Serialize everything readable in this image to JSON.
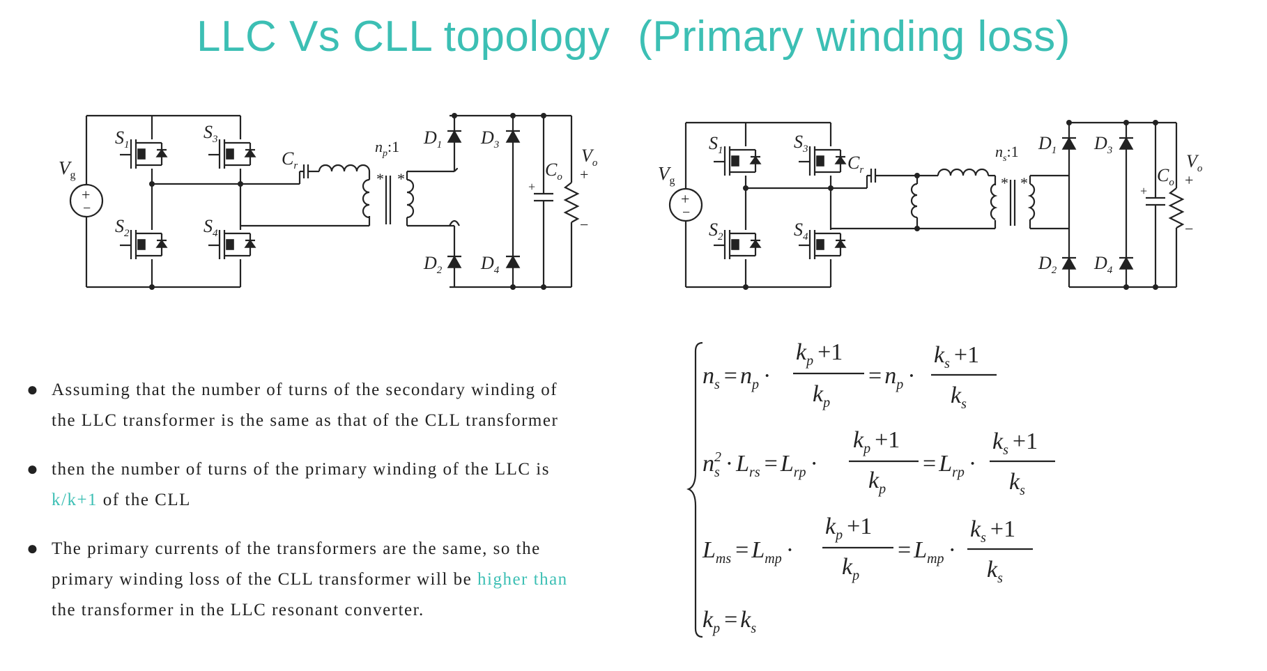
{
  "title": {
    "main": "LLC Vs CLL topology",
    "sub": "(Primary winding loss)"
  },
  "llc": {
    "vg": "V",
    "vg_sub": "g",
    "s1": "S",
    "s1_sub": "1",
    "s2": "S",
    "s2_sub": "2",
    "s3": "S",
    "s3_sub": "3",
    "s4": "S",
    "s4_sub": "4",
    "cr": "C",
    "cr_sub": "r",
    "ratio": "n",
    "ratio_sub": "p",
    "ratio_tail": ":1",
    "d1": "D",
    "d1_sub": "1",
    "d2": "D",
    "d2_sub": "2",
    "d3": "D",
    "d3_sub": "3",
    "d4": "D",
    "d4_sub": "4",
    "co": "C",
    "co_sub": "o",
    "vo": "V",
    "vo_sub": "o",
    "plus": "+",
    "minus": "−"
  },
  "cll": {
    "vg": "V",
    "vg_sub": "g",
    "s1": "S",
    "s1_sub": "1",
    "s2": "S",
    "s2_sub": "2",
    "s3": "S",
    "s3_sub": "3",
    "s4": "S",
    "s4_sub": "4",
    "cr": "C",
    "cr_sub": "r",
    "ratio": "n",
    "ratio_sub": "s",
    "ratio_tail": ":1",
    "d1": "D",
    "d1_sub": "1",
    "d2": "D",
    "d2_sub": "2",
    "d3": "D",
    "d3_sub": "3",
    "d4": "D",
    "d4_sub": "4",
    "co": "C",
    "co_sub": "o",
    "vo": "V",
    "vo_sub": "o",
    "plus": "+",
    "minus": "−"
  },
  "bullets": [
    {
      "pre": "Assuming that the number of turns of the secondary winding of the LLC transformer is the same as that of the CLL transformer",
      "hl": "",
      "post": ""
    },
    {
      "pre": "then the number of turns of the primary winding of the LLC is ",
      "hl": "k/k+1",
      "post": " of the CLL"
    },
    {
      "pre": "The primary currents of the transformers are the same, so the primary winding loss of the CLL transformer will be ",
      "hl": "higher than",
      "post": " the transformer in the LLC resonant converter."
    }
  ],
  "equations": {
    "n": "n",
    "s": "s",
    "p": "p",
    "k": "k",
    "L": "L",
    "rs": "rs",
    "rp": "rp",
    "ms": "ms",
    "mp": "mp",
    "sq": "2",
    "eq": "=",
    "dot": "·",
    "plus1": "+1"
  },
  "bullet_mark": "●"
}
